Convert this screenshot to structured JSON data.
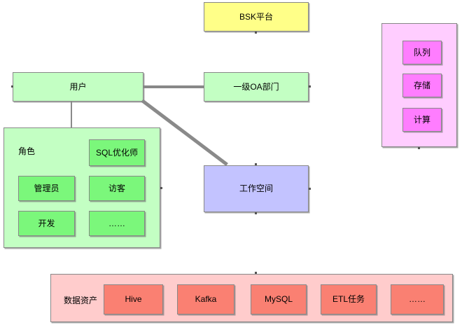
{
  "diagram": {
    "title_node": {
      "label": "BSK平台",
      "color": "#ffff88"
    },
    "nodes": {
      "user": {
        "label": "用户",
        "color": "#c3ffc3"
      },
      "oa_dept": {
        "label": "一级OA部门",
        "color": "#c3ffc3"
      },
      "workspace": {
        "label": "工作空间",
        "color": "#c3c3ff"
      }
    },
    "role_group": {
      "label": "角色",
      "color": "#c3ffc3",
      "items": [
        {
          "label": "SQL优化师"
        },
        {
          "label": "管理员"
        },
        {
          "label": "访客"
        },
        {
          "label": "开发"
        },
        {
          "label": "……"
        }
      ]
    },
    "resource_group": {
      "color": "#ffcdff",
      "items": [
        {
          "label": "队列"
        },
        {
          "label": "存储"
        },
        {
          "label": "计算"
        }
      ]
    },
    "asset_group": {
      "label": "数据资产",
      "color": "#ffcccc",
      "items": [
        {
          "label": "Hive"
        },
        {
          "label": "Kafka"
        },
        {
          "label": "MySQL"
        },
        {
          "label": "ETL任务"
        },
        {
          "label": "……"
        }
      ]
    },
    "edges": [
      {
        "name": "user-to-oa-dept"
      },
      {
        "name": "user-to-role-group"
      },
      {
        "name": "user-to-workspace"
      }
    ]
  }
}
